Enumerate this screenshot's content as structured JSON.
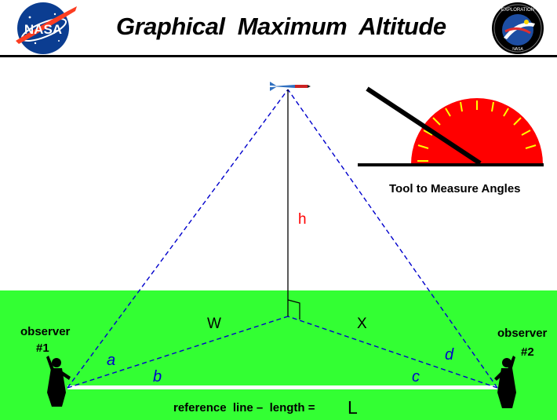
{
  "header": {
    "title": "Graphical  Maximum  Altitude",
    "left_logo": {
      "icon": "nasa-meatball-logo",
      "text": "NASA"
    },
    "right_logo": {
      "icon": "exploration-seal-logo",
      "ring_text": "EXPLORATION",
      "bottom_text": "NASA"
    }
  },
  "labels": {
    "height": "h",
    "distance_w": "W",
    "distance_x": "X",
    "angle_a": "a",
    "angle_b": "b",
    "angle_c": "c",
    "angle_d": "d",
    "observer1_line1": "observer",
    "observer1_line2": "#1",
    "observer2_line1": "observer",
    "observer2_line2": "#2",
    "tool_caption": "Tool to Measure Angles",
    "reference_text": "reference  line –  length = ",
    "reference_symbol": "L"
  },
  "colors": {
    "ground": "#33ff33",
    "sight_lines": "#0000cc",
    "height_label": "#ff0000",
    "angle_labels": "#0000cc",
    "protractor": "#ff0000",
    "protractor_ticks": "#ffff00",
    "reference_line": "#ffffff"
  }
}
